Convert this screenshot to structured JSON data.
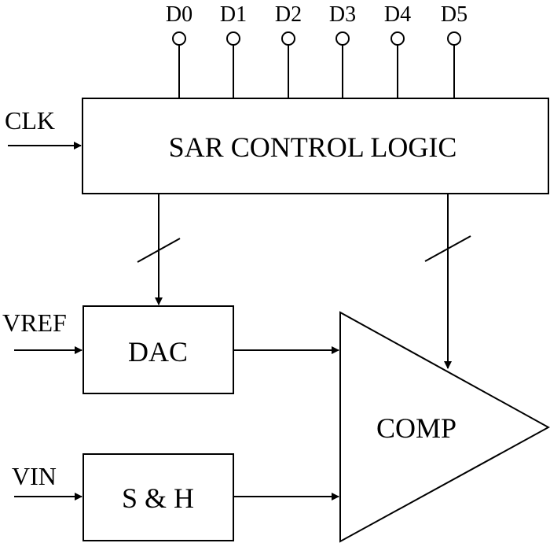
{
  "colors": {
    "stroke": "#000000",
    "background": "#ffffff"
  },
  "outputs": [
    "D0",
    "D1",
    "D2",
    "D3",
    "D4",
    "D5"
  ],
  "inputs": {
    "clk": "CLK",
    "vref": "VREF",
    "vin": "VIN"
  },
  "blocks": {
    "sar": "SAR CONTROL LOGIC",
    "dac": "DAC",
    "sh": "S & H",
    "comp": "COMP"
  }
}
